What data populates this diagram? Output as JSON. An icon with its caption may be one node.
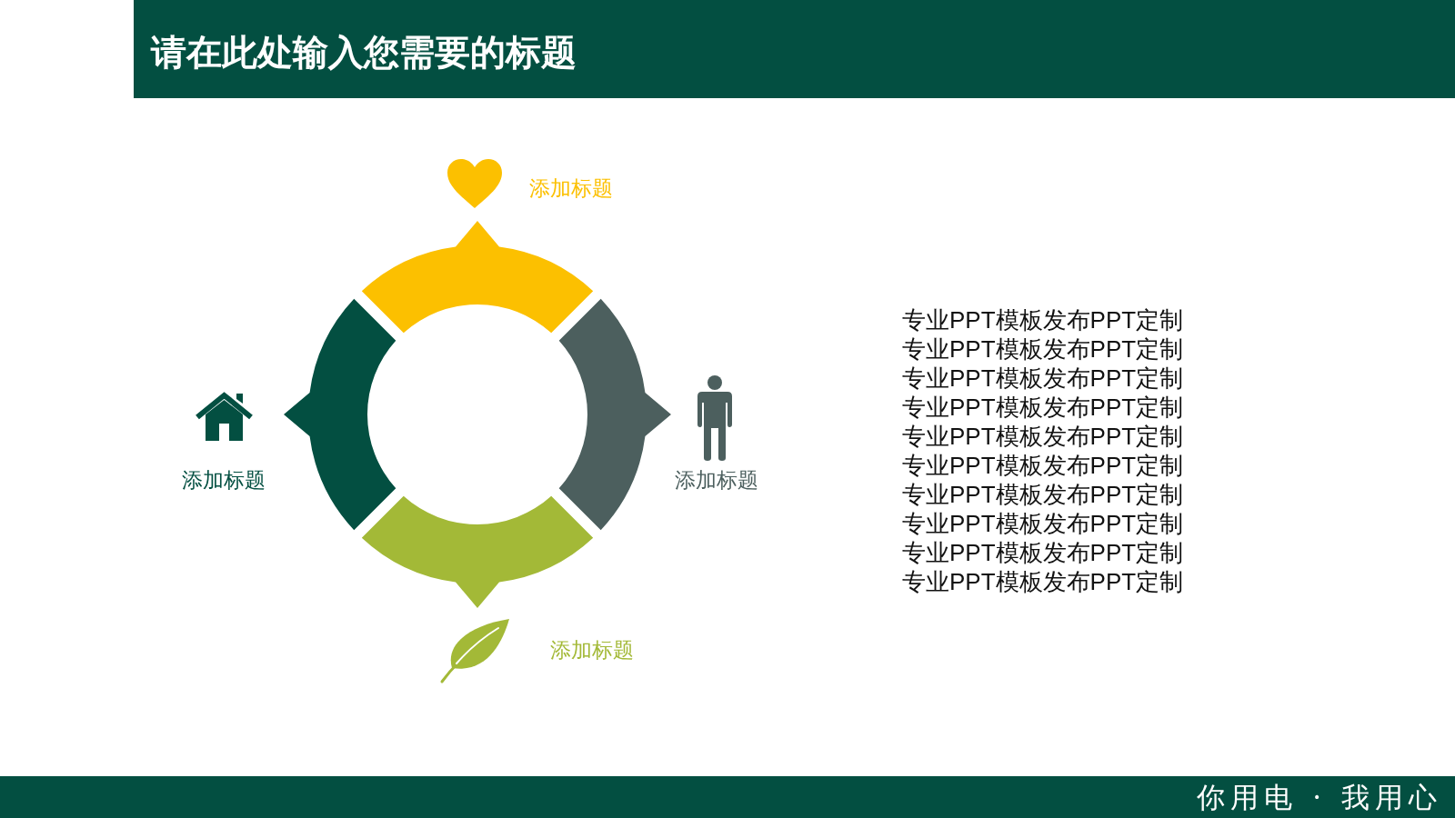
{
  "diagram": {
    "title": "请在此处输入您需要的标题",
    "nodes": [
      {
        "text": [],
        "shape": "arc",
        "beside": [
          "添加标题"
        ]
      },
      {
        "text": [],
        "shape": "arc",
        "beside": [
          "添加标题"
        ]
      },
      {
        "text": [],
        "shape": "arc",
        "beside": [
          "添加标题"
        ]
      },
      {
        "text": [],
        "shape": "arc",
        "beside": [
          "添加标题"
        ]
      }
    ],
    "labels": [
      "专业PPT模板发布PPT定制",
      "专业PPT模板发布PPT定制",
      "专业PPT模板发布PPT定制",
      "专业PPT模板发布PPT定制",
      "专业PPT模板发布PPT定制",
      "专业PPT模板发布PPT定制",
      "专业PPT模板发布PPT定制",
      "专业PPT模板发布PPT定制",
      "专业PPT模板发布PPT定制",
      "专业PPT模板发布PPT定制",
      "你用电 · 我用心"
    ]
  }
}
